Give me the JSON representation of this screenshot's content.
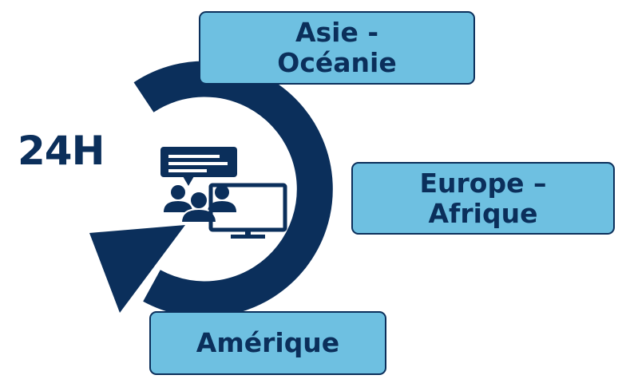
{
  "hours": "24H",
  "regions": {
    "asie": [
      "Asie -",
      "Océanie"
    ],
    "europe": [
      "Europe –",
      "Afrique"
    ],
    "amerique": [
      "Amérique"
    ]
  },
  "colors": {
    "navy": "#0b2f5b",
    "box_fill": "#6ec0e1",
    "background": "#ffffff"
  },
  "icons": [
    "chat-bubble-icon",
    "people-icon",
    "monitor-icon"
  ]
}
